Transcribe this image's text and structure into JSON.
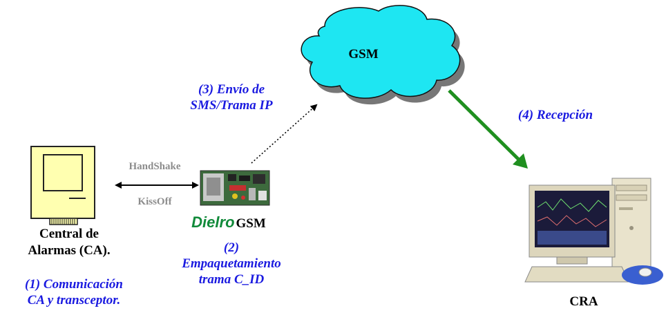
{
  "cloud": {
    "label": "GSM"
  },
  "nodes": {
    "alarm_panel": {
      "line1": "Central de",
      "line2": "Alarmas (CA)."
    },
    "transceiver": {
      "brand": "Dielro",
      "model": "GSM"
    },
    "receiver": {
      "label": "CRA"
    }
  },
  "link_labels": {
    "handshake": "HandShake",
    "kissoff": "KissOff"
  },
  "steps": {
    "step1": {
      "line1": "(1) Comunicación",
      "line2": "CA y transceptor."
    },
    "step2": {
      "line1": "(2)",
      "line2": "Empaquetamiento",
      "line3": "trama C_ID"
    },
    "step3": {
      "line1": "(3) Envío de",
      "line2": "SMS/Trama IP"
    },
    "step4": {
      "line1": "(4) Recepción"
    }
  },
  "colors": {
    "cloud_fill": "#1ee6f2",
    "step_text": "#1a1ae0",
    "link_text": "#8c8c8c",
    "arrow_green": "#1f8f1f",
    "panel_fill": "#ffffb0"
  }
}
